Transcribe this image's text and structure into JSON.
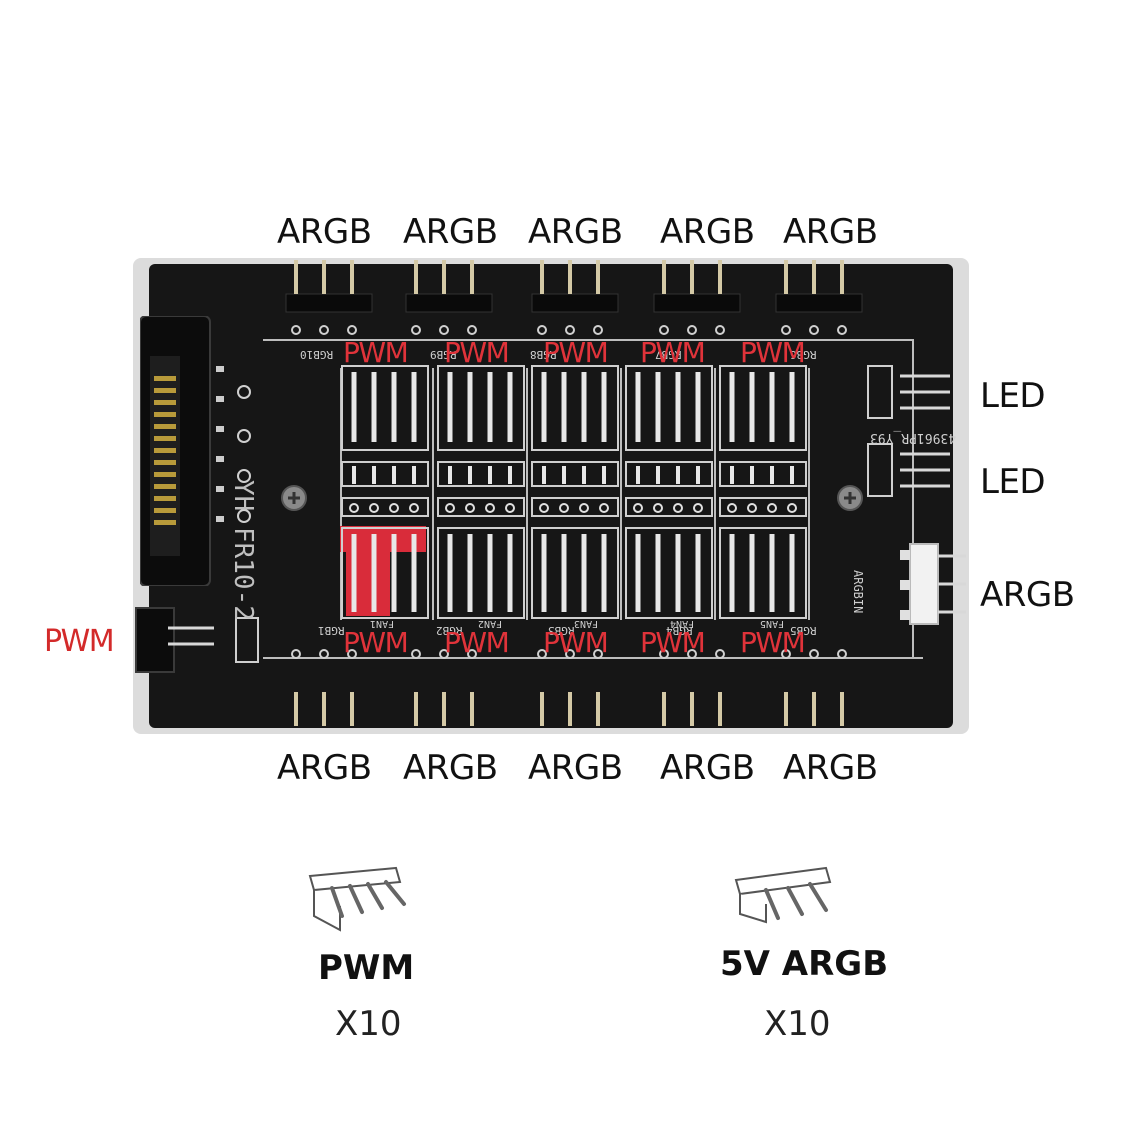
{
  "labels": {
    "top_argb": [
      "ARGB",
      "ARGB",
      "ARGB",
      "ARGB",
      "ARGB"
    ],
    "bottom_argb": [
      "ARGB",
      "ARGB",
      "ARGB",
      "ARGB",
      "ARGB"
    ],
    "top_pwm": [
      "PWM",
      "PWM",
      "PWM",
      "PWM",
      "PWM"
    ],
    "bottom_pwm": [
      "PWM",
      "PWM",
      "PWM",
      "PWM",
      "PWM"
    ],
    "right_led_1": "LED",
    "right_led_2": "LED",
    "right_argb": "ARGB",
    "left_pwm": "PWM"
  },
  "board": {
    "model_text": "YH FR10-2",
    "code_text": "43961PR_Y93",
    "top_silk": [
      "RGB10",
      "RGB9",
      "RGB8",
      "RGB7",
      "RGB6"
    ],
    "bottom_silk": [
      "RGB1",
      "RGB2",
      "RGB3",
      "RGB4",
      "RGB5"
    ],
    "fan_silk": [
      "FAN1",
      "FAN2",
      "FAN3",
      "FAN4",
      "FAN5"
    ],
    "argbin_text": "ARGBIN",
    "colors": {
      "pcb": "#161616",
      "pcb_edge": "#d9d9d9",
      "silkscreen": "#d0d0d0",
      "red_header": "#d92c3a",
      "red_label": "#e0333a"
    }
  },
  "legend": {
    "pwm": {
      "title": "PWM",
      "count": "X10"
    },
    "argb": {
      "title": "5V ARGB",
      "count": "X10"
    }
  }
}
